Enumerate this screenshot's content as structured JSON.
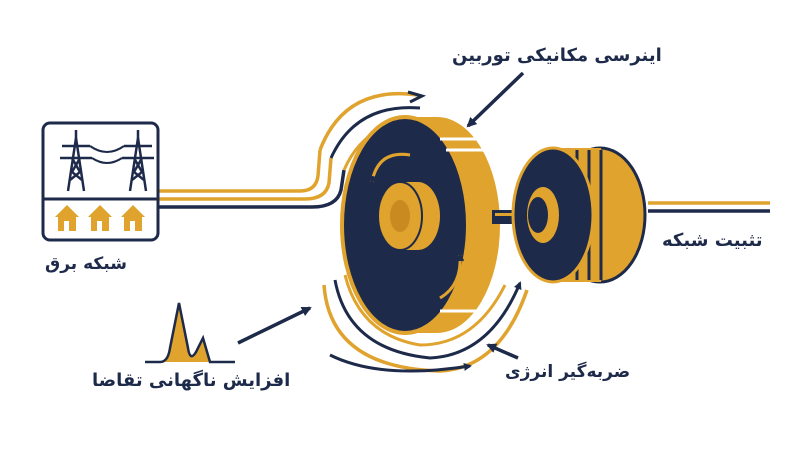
{
  "labels": {
    "turbine_inertia": "اینرسی مکانیکی توربین",
    "power_grid": "شبکه برق",
    "grid_stabilization": "تثبیت شبکه",
    "energy_absorber": "ضربه‌گیر انرژی",
    "demand_spike": "افزایش ناگهانی تقاضا"
  },
  "colors": {
    "navy": "#1e2a4a",
    "gold": "#e0a32e",
    "white": "#ffffff"
  },
  "icons": [
    "transmission-tower-icon",
    "house-icon",
    "demand-spike-icon",
    "flywheel-icon",
    "generator-icon",
    "arrow-icon"
  ]
}
